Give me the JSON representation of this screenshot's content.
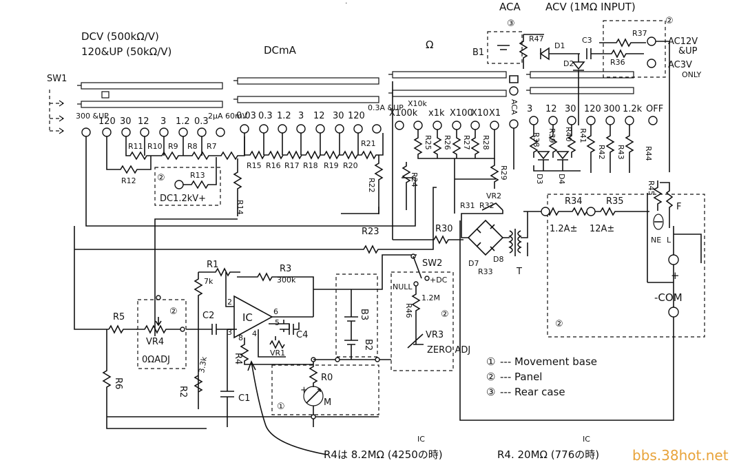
{
  "headings": {
    "dcv": "DCV (500kΩ/V)",
    "dcv_up": "120&UP (50kΩ/V)",
    "dcma": "DCmA",
    "ohm": "Ω",
    "aca": "ACA",
    "acv": "ACV (1MΩ INPUT)",
    "ac12v": "AC12V",
    "ac12v_up": "&UP",
    "ac3v": "AC3V",
    "ac3v_only": "ONLY"
  },
  "dcv_ranges": [
    "300 &UP",
    "120",
    "30",
    "12",
    "3",
    "1.2",
    "0.3",
    "2μA 60mV"
  ],
  "dcma_ranges": [
    "0.03",
    "0.3",
    "1.2",
    "3",
    "12",
    "30",
    "120",
    "0.3A &UP"
  ],
  "ohm_ranges": [
    "X10k",
    "X100k",
    "x1k",
    "X100",
    "X10",
    "X1"
  ],
  "acv_ranges": [
    "3",
    "12",
    "30",
    "120",
    "300",
    "1.2k",
    "OFF"
  ],
  "components": {
    "sw1": "SW1",
    "sw2": "SW2",
    "b1": "B1",
    "b2": "B2",
    "b3": "B3",
    "ic": "IC",
    "meter": "M",
    "transformer": "T",
    "fuse": "F",
    "neon": "NE",
    "r0": "R0",
    "r1": "R1",
    "r2": "R2",
    "r3": "R3",
    "r4": "R4",
    "r5": "R5",
    "r6": "R6",
    "r7": "R7",
    "r8": "R8",
    "r9": "R9",
    "r10": "R10",
    "r11": "R11",
    "r12": "R12",
    "r13": "R13",
    "r14": "R14",
    "r15": "R15",
    "r16": "R16",
    "r17": "R17",
    "r18": "R18",
    "r19": "R19",
    "r20": "R20",
    "r21": "R21",
    "r22": "R22",
    "r23": "R23",
    "r24": "R24",
    "r25": "R25",
    "r26": "R26",
    "r27": "R27",
    "r28": "R28",
    "r29": "R29",
    "r30": "R30",
    "r31": "R31",
    "r32": "R32",
    "r33": "R33",
    "r34": "R34",
    "r35": "R35",
    "r36": "R36",
    "r37": "R37",
    "r38": "R38",
    "r39": "R39",
    "r40": "R40",
    "r41": "R41",
    "r42": "R42",
    "r43": "R43",
    "r44": "R44",
    "r45": "R45",
    "r46": "R46",
    "r47": "R47",
    "c1": "C1",
    "c2": "C2",
    "c3": "C3",
    "c4": "C4",
    "d1": "D1",
    "d2": "D2",
    "d3": "D3",
    "d4": "D4",
    "d7": "D7",
    "d8": "D8",
    "vr1": "VR1",
    "vr2": "VR2",
    "vr3": "VR3",
    "vr4": "VR4",
    "r1_val": "7k",
    "r2_val": "3.3k",
    "r3_val": "300k",
    "r46_val": "1.2M"
  },
  "pins": {
    "p2": "2",
    "p3": "3",
    "p4": "4",
    "p5": "5",
    "p6": "6",
    "p8": "8"
  },
  "circle_marks": {
    "m1": "①",
    "m2": "②",
    "m3": "③"
  },
  "labels": {
    "dc_hv": "DC1.2kV+",
    "ohm_adj": "0ΩADJ",
    "zero_adj": "ZERO ADJ",
    "null": "NULL",
    "plus_dc": "+DC",
    "aca_vert": "ACA",
    "r34_range": "1.2A±",
    "r35_range": "12A±",
    "terminal_l": "L",
    "terminal_plus": "+",
    "terminal_com": "-COM",
    "meter_plus": "+",
    "top_mark": "˙"
  },
  "legend": [
    {
      "mark": "①",
      "text": "--- Movement base"
    },
    {
      "mark": "②",
      "text": "--- Panel"
    },
    {
      "mark": "③",
      "text": "--- Rear case"
    }
  ],
  "notes": {
    "bottom_note_1": "R4は 8.2MΩ (4250の時)",
    "bottom_note_1_ic": "IC",
    "bottom_note_2": "R4. 20MΩ (776の時)",
    "bottom_note_2_ic": "IC"
  },
  "watermark": "bbs.38hot.net",
  "colors": {
    "ink": "#111111",
    "paper": "#ffffff",
    "watermark": "#e8a33a"
  }
}
